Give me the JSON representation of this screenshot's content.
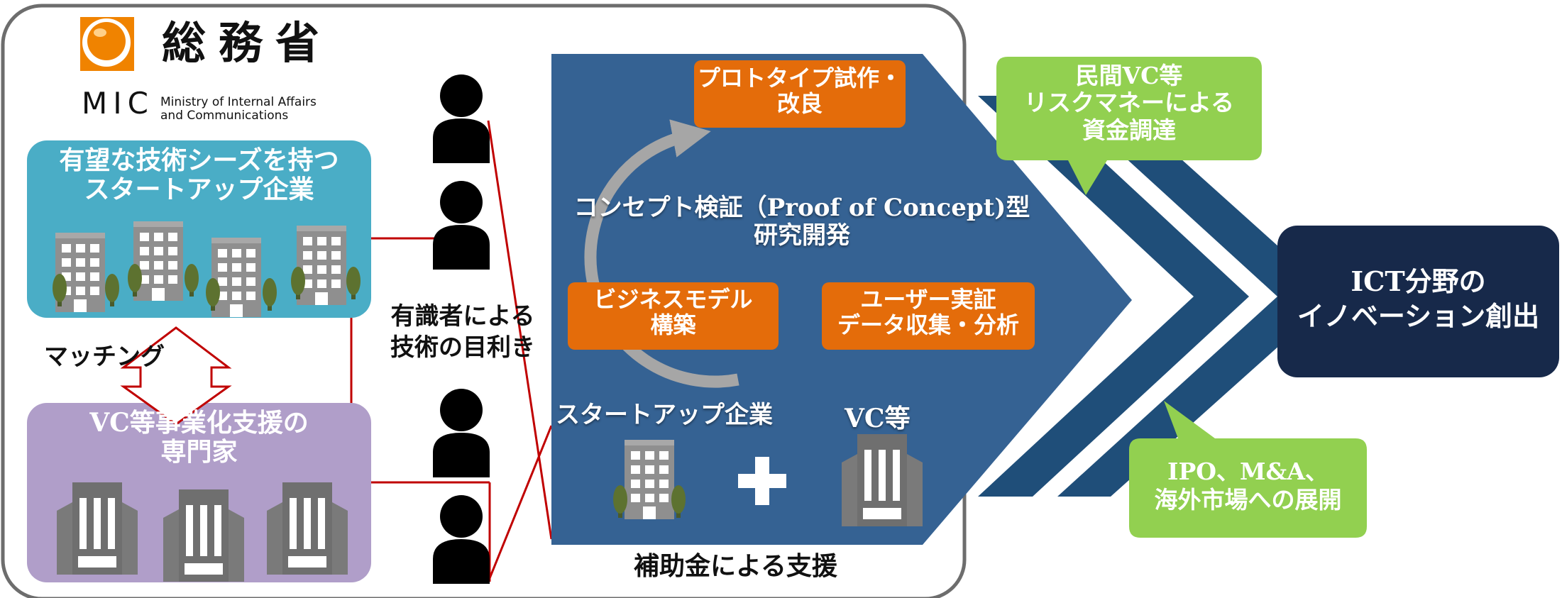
{
  "logo": {
    "kanji": "総務省",
    "abbr": "MIC",
    "english_line1": "Ministry of Internal Affairs",
    "english_line2": "and Communications"
  },
  "startup_box": {
    "line1": "有望な技術シーズを持つ",
    "line2": "スタートアップ企業"
  },
  "matching_label": "マッチング",
  "vc_box": {
    "line1": "VC等事業化支援の",
    "line2": "専門家"
  },
  "experts_label": {
    "line1": "有識者による",
    "line2": "技術の目利き"
  },
  "poc": {
    "title_line1": "コンセプト検証（Proof of Concept)型",
    "title_line2": "研究開発",
    "prototype_line1": "プロトタイプ試作・",
    "prototype_line2": "改良",
    "business_line1": "ビジネスモデル",
    "business_line2": "構築",
    "user_line1": "ユーザー実証",
    "user_line2": "データ収集・分析",
    "startup_label": "スタートアップ企業",
    "plus": "+",
    "vc_label": "VC等"
  },
  "subsidy_label": "補助金による支援",
  "callout_top": {
    "line1": "民間VC等",
    "line2": "リスクマネーによる",
    "line3": "資金調達"
  },
  "callout_bottom": {
    "line1": "IPO、M&A、",
    "line2": "海外市場への展開"
  },
  "result_box": {
    "line1": "ICT分野の",
    "line2": "イノベーション創出"
  },
  "colors": {
    "frame": "#6d6d6d",
    "startup_box": "#4aadc6",
    "vc_box": "#b09ec9",
    "poc_panel": "#356293",
    "orange": "#e46c0a",
    "cycle_arrow": "#a6a6a6",
    "chevron": "#1f4e79",
    "green": "#92d050",
    "result": "#17294a",
    "logo_orange": "#f08300"
  }
}
